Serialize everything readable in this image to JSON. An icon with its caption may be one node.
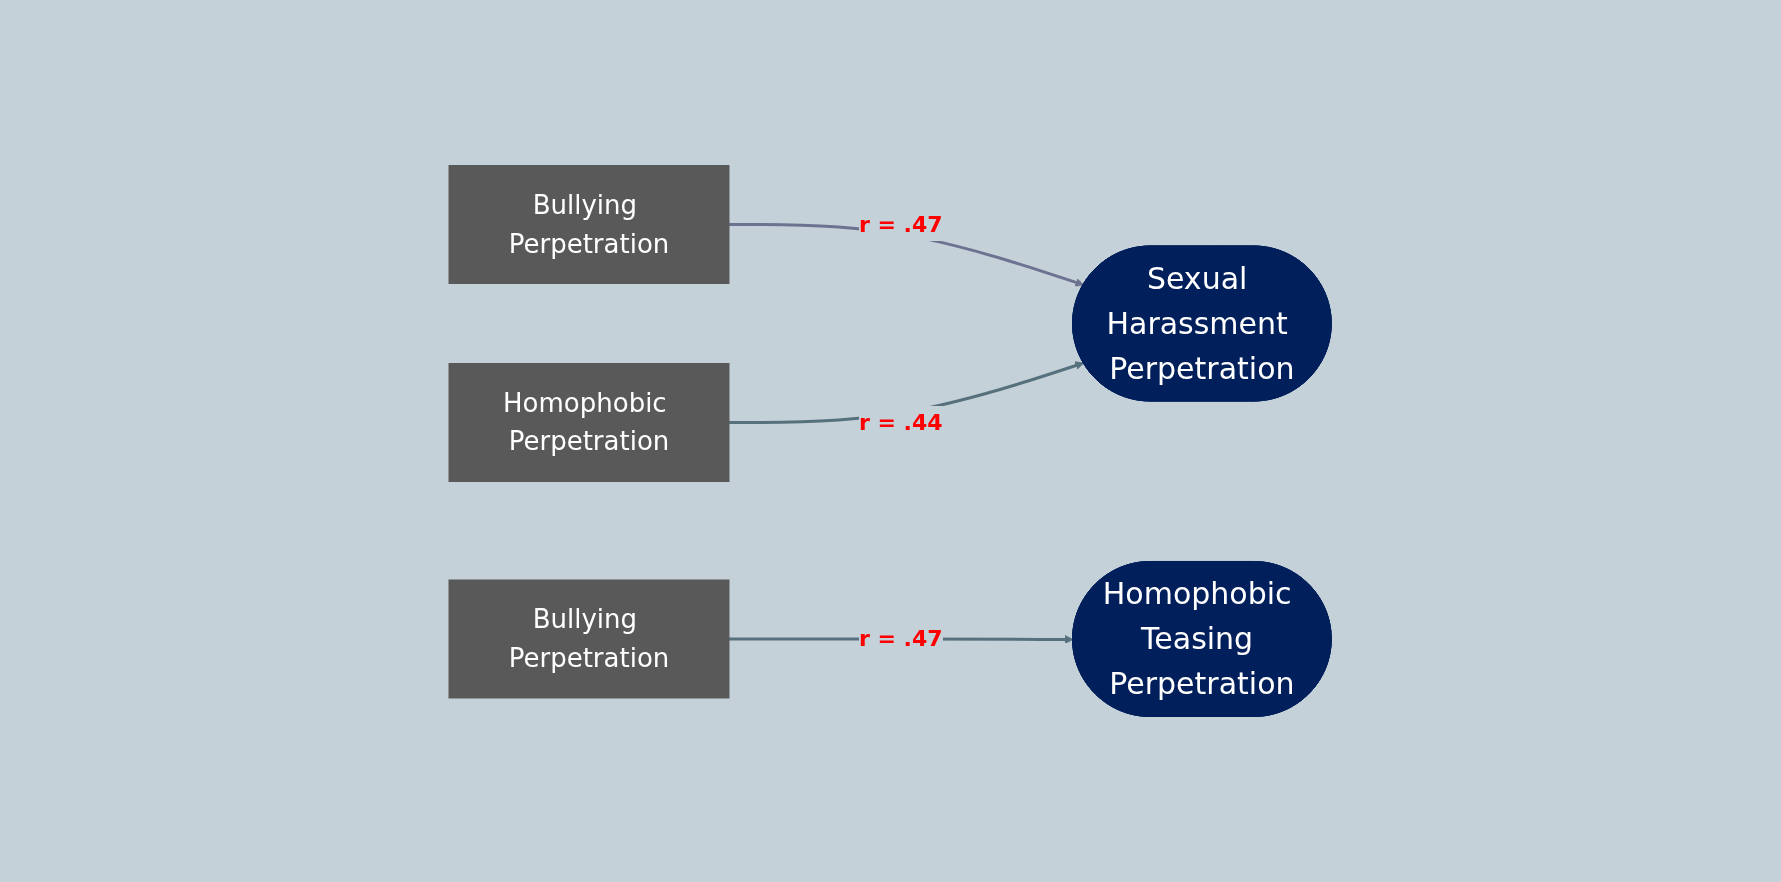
{
  "diagram": {
    "nodes": [
      {
        "text": [
          "Bullying Perpetration"
        ]
      },
      {
        "text": [
          "Homophobic Perpetration"
        ]
      },
      {
        "text": [
          "Sexual Harassment Perpetration"
        ]
      },
      {
        "text": [
          "Bullying Perpetration"
        ]
      },
      {
        "text": [
          "Homophobic Teasing Perpetration"
        ]
      }
    ],
    "edges": [
      {
        "from": 0,
        "to": 2,
        "arrow": "to",
        "label": "r = .47",
        "color": "#6b7390"
      },
      {
        "from": 1,
        "to": 2,
        "arrow": "to",
        "label": "r = .44"
      },
      {
        "from": 3,
        "to": 4,
        "arrow": "to",
        "label": "r = .47"
      }
    ]
  }
}
